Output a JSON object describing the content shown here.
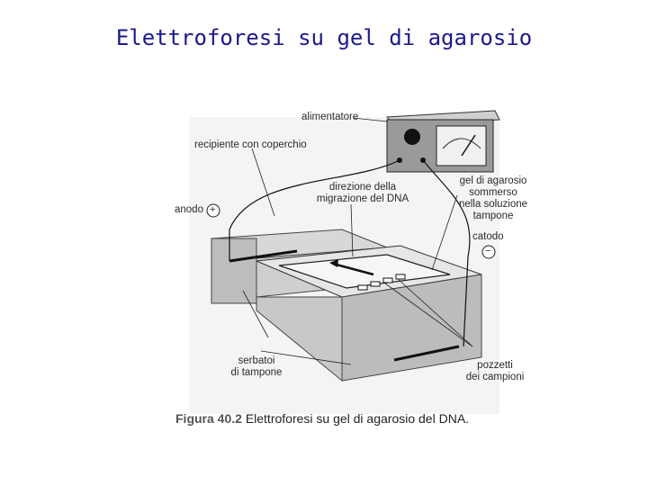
{
  "title": "Elettroforesi su gel di agarosio",
  "labels": {
    "alimentatore": "alimentatore",
    "recipiente": "recipiente con coperchio",
    "direzione_1": "direzione della",
    "direzione_2": "migrazione del DNA",
    "gel_1": "gel di agarosio",
    "gel_2": "sommerso",
    "gel_3": "nella soluzione",
    "gel_4": "tampone",
    "anodo": "anodo",
    "anodo_sign": "+",
    "catodo": "catodo",
    "catodo_sign": "−",
    "serbatoi_1": "serbatoi",
    "serbatoi_2": "di tampone",
    "pozzetti_1": "pozzetti",
    "pozzetti_2": "dei campioni"
  },
  "caption": {
    "figure_number": "Figura 40.2",
    "text": "Elettroforesi su gel di agarosio del DNA."
  }
}
